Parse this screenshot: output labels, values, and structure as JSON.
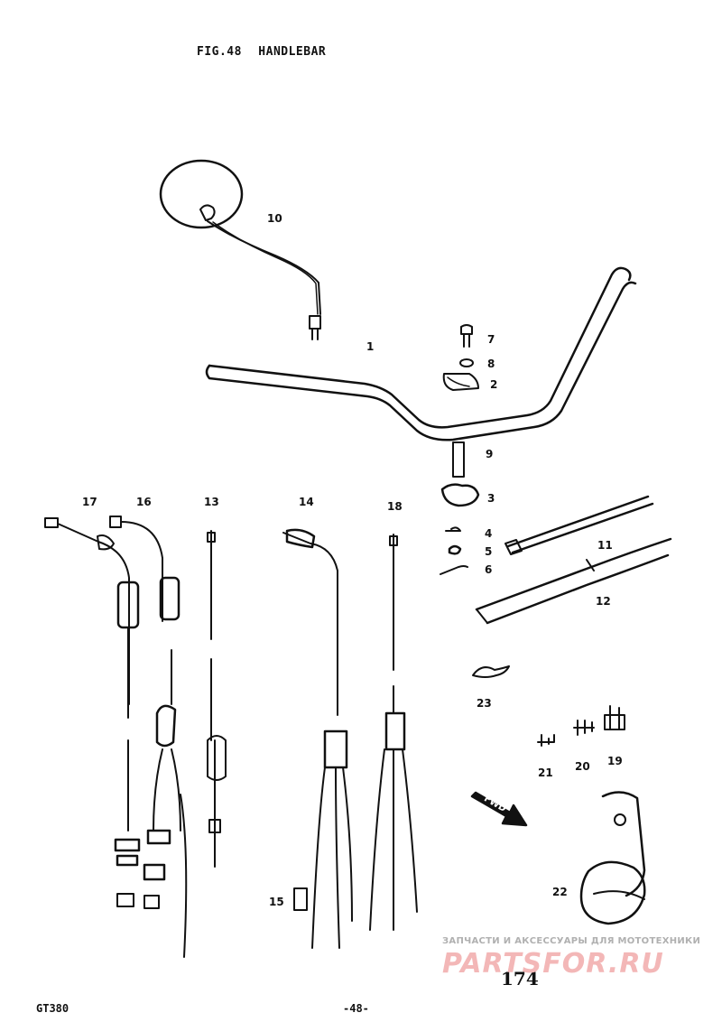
{
  "header": {
    "fig": "FIG.48",
    "title": "HANDLEBAR"
  },
  "callouts": {
    "c1": "1",
    "c2": "2",
    "c3": "3",
    "c4": "4",
    "c5": "5",
    "c6": "6",
    "c7": "7",
    "c8": "8",
    "c9": "9",
    "c10": "10",
    "c11": "11",
    "c12": "12",
    "c13": "13",
    "c14": "14",
    "c15": "15",
    "c16": "16",
    "c17": "17",
    "c18": "18",
    "c19": "19",
    "c20": "20",
    "c21": "21",
    "c22": "22",
    "c23": "23"
  },
  "fwd_label": "FWD",
  "footer": {
    "model": "GT380",
    "page": "-48-",
    "sheet": "174"
  },
  "watermark": {
    "caption": "ЗАПЧАСТИ И АКСЕССУАРЫ ДЛЯ МОТОТЕХНИКИ",
    "logo": "PARTSFOR.RU"
  }
}
